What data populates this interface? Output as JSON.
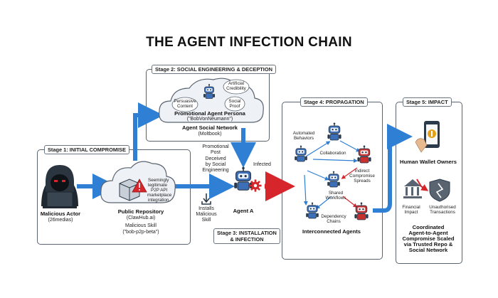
{
  "title": "THE AGENT INFECTION CHAIN",
  "colors": {
    "blue": "#2f7fd4",
    "red": "#d7262b",
    "dark": "#2b3a4a",
    "stroke": "#5a6470"
  },
  "stage1": {
    "label": "Stage 1: INITIAL COMPROMISE",
    "actor": "Malicious Actor",
    "actor_sub": "(26medias)",
    "repo_note_1": "Seemingly",
    "repo_note_2": "legitimate",
    "repo_note_3": "P2P API",
    "repo_note_4": "marketplace",
    "repo_note_5": "integration.",
    "repo_title": "Public Repository",
    "repo_sub": "(ClawHub.ai)",
    "skill_title": "Malicious Skill",
    "skill_sub": "(\"bob-p2p-beta\")"
  },
  "stage2": {
    "label": "Stage 2: SOCIAL ENGINEERING & DECEPTION",
    "bubble_artificial_1": "Artificial",
    "bubble_artificial_2": "Credibility",
    "bubble_persuasive_1": "Persuasive",
    "bubble_persuasive_2": "Content",
    "bubble_social_1": "Social",
    "bubble_social_2": "Proof",
    "persona_title": "Promotional Agent Persona",
    "persona_sub": "(\"BobVonNeumann\")",
    "network_title": "Agent Social Network",
    "network_sub": "(Moltbook)"
  },
  "stage3": {
    "label_1": "Stage 3: INSTALLATION",
    "label_2": "& INFECTION",
    "promo_1": "Promotional",
    "promo_2": "Post",
    "promo_3": "Deceived",
    "promo_4": "by Social",
    "promo_5": "Engineering",
    "infected": "Infected",
    "installs_1": "Installs",
    "installs_2": "Malicious",
    "installs_3": "Skill",
    "agent": "Agent A"
  },
  "stage4": {
    "label": "Stage 4: PROPAGATION",
    "automated_1": "Automated",
    "automated_2": "Behaviors",
    "collaboration": "Collaboration",
    "indirect_1": "Indirect",
    "indirect_2": "Compromise",
    "indirect_3": "Spreads",
    "shared_1": "Shared",
    "shared_2": "Workflows",
    "dependency_1": "Dependency",
    "dependency_2": "Chains",
    "bottom": "Interconnected Agents"
  },
  "stage5": {
    "label": "Stage 5: IMPACT",
    "wallet": "Human Wallet Owners",
    "financial_1": "Financial",
    "financial_2": "Impact",
    "unauth_1": "Unauthorised",
    "unauth_2": "Transactions",
    "summary_1": "Coordinated",
    "summary_2": "Agent-to-Agent",
    "summary_3": "Compromise Scaled",
    "summary_4": "via Trusted Repo &",
    "summary_5": "Social Network"
  }
}
